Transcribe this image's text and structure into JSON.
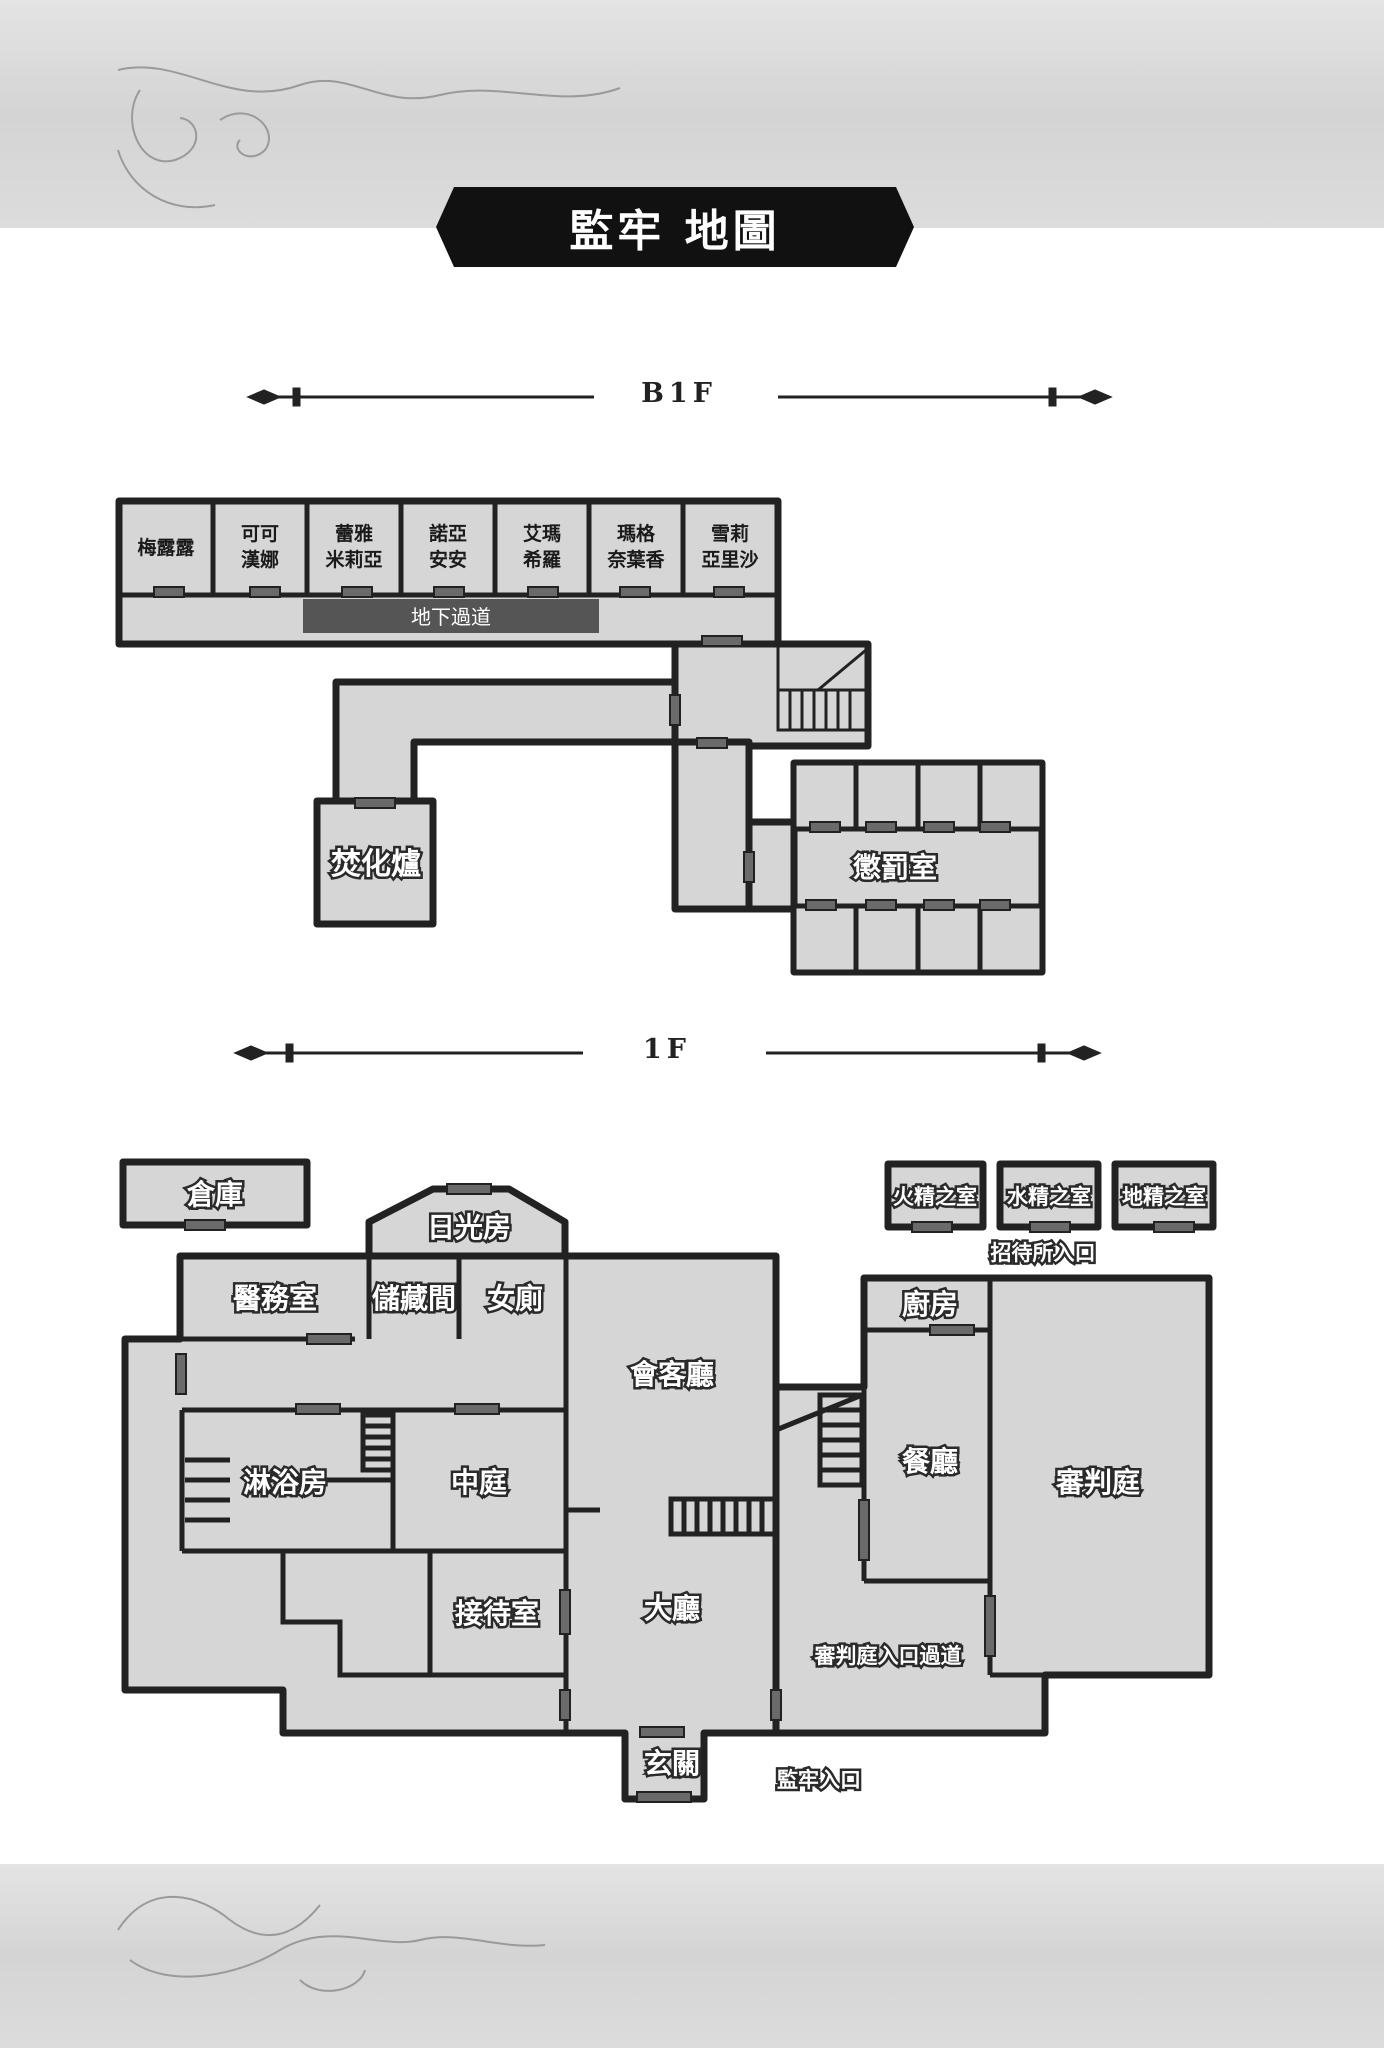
{
  "title": "監牢 地圖",
  "floors": {
    "b1f": {
      "label": "B1F",
      "cells": [
        {
          "name": "梅露露"
        },
        {
          "name": "可可\n漢娜"
        },
        {
          "name": "蕾雅\n米莉亞"
        },
        {
          "name": "諾亞\n安安"
        },
        {
          "name": "艾瑪\n希羅"
        },
        {
          "name": "瑪格\n奈葉香"
        },
        {
          "name": "雪莉\n亞里沙"
        }
      ],
      "corridor": "地下過道",
      "incinerator": "焚化爐",
      "punishment": "懲罰室"
    },
    "f1": {
      "label": "1F",
      "storage": "倉庫",
      "sunroom": "日光房",
      "infirmary": "醫務室",
      "closet": "儲藏間",
      "restroom": "女廁",
      "parlor": "會客廳",
      "bath": "淋浴房",
      "courtyard": "中庭",
      "reception": "接待室",
      "hall": "大廳",
      "kitchen": "廚房",
      "dining": "餐廳",
      "court": "審判庭",
      "court_passage": "審判庭入口過道",
      "fire_spirit": "火精之室",
      "water_spirit": "水精之室",
      "earth_spirit": "地精之室",
      "guest_entrance": "招待所入口",
      "foyer": "玄關",
      "prison_entrance": "監牢入口"
    }
  },
  "colors": {
    "room_fill": "#d6d6d6",
    "wall": "#222222",
    "banner": "#111111",
    "corridor_strip": "#555555",
    "door": "#6a6a6a"
  }
}
